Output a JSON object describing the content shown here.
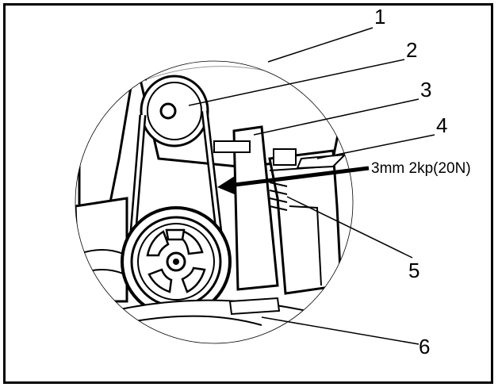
{
  "callouts": {
    "c1": "1",
    "c2": "2",
    "c3": "3",
    "c4": "4",
    "c5": "5",
    "c6": "6"
  },
  "annotation": "3mm 2kp(20N)",
  "colors": {
    "line": "#000000",
    "fill": "#ffffff",
    "shade": "#d9d9d9"
  }
}
